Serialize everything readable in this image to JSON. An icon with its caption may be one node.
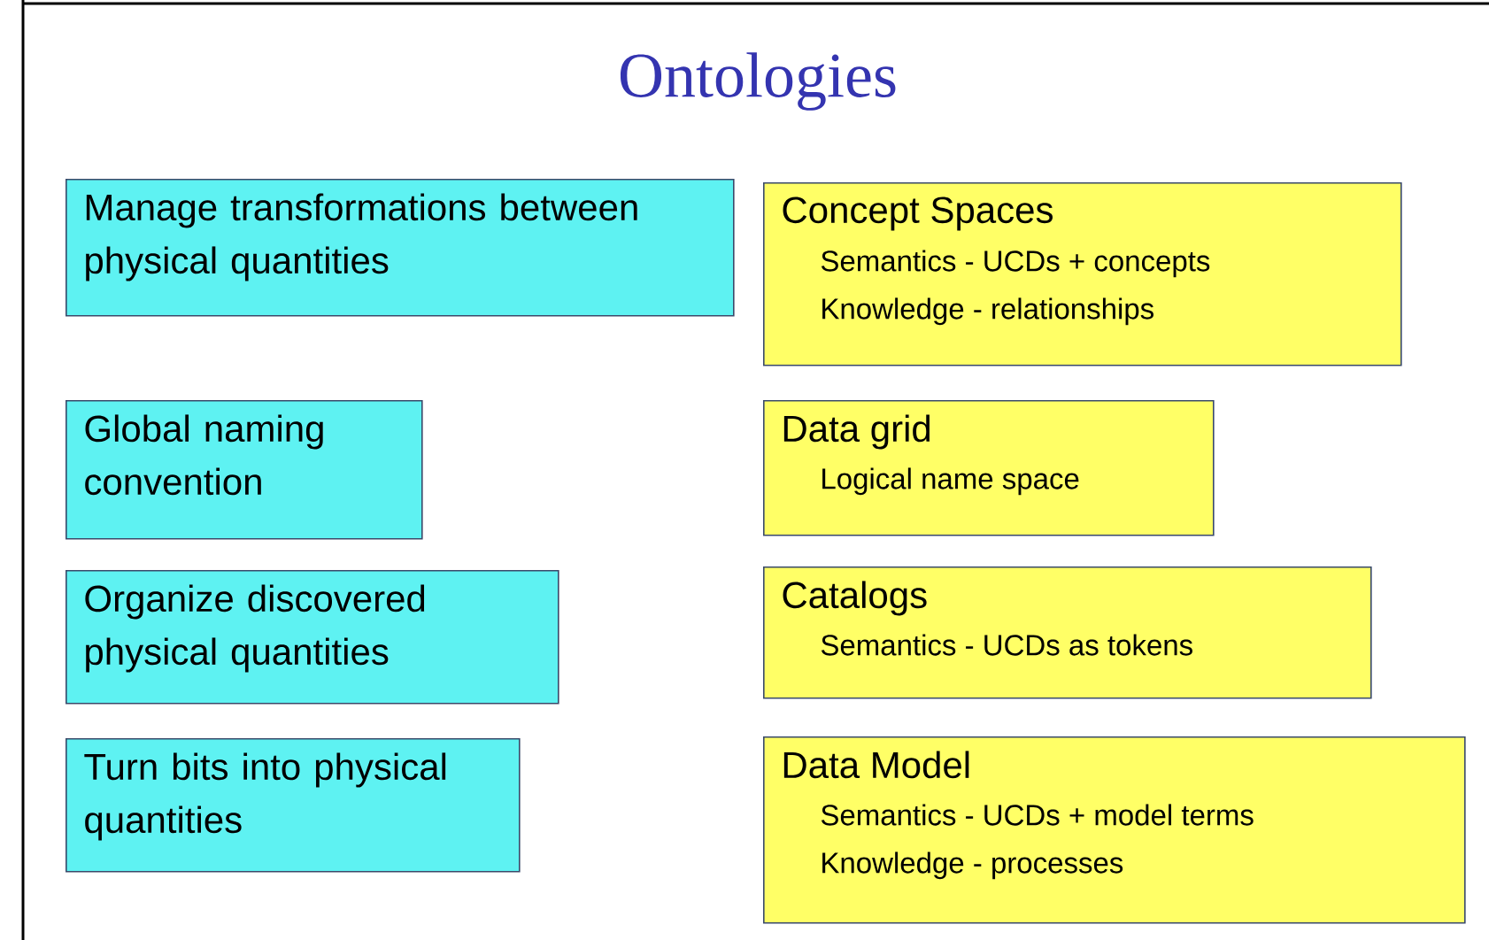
{
  "diagram": {
    "title": "Ontologies",
    "nodes": [
      {
        "text": [
          "Manage transformations between physical quantities"
        ]
      },
      {
        "text": [
          "Global naming convention"
        ]
      },
      {
        "text": [
          "Organize discovered physical quantities"
        ]
      },
      {
        "text": [
          "Turn bits into physical quantities"
        ]
      },
      {
        "text": [
          "Concept Spaces",
          "Semantics - UCDs + concepts",
          "Knowledge - relationships"
        ]
      },
      {
        "text": [
          "Data grid",
          "Logical name space"
        ]
      },
      {
        "text": [
          "Catalogs",
          "Semantics - UCDs as tokens"
        ]
      },
      {
        "text": [
          "Data Model",
          "Semantics - UCDs + model terms",
          "Knowledge - processes"
        ]
      }
    ],
    "edges": []
  }
}
